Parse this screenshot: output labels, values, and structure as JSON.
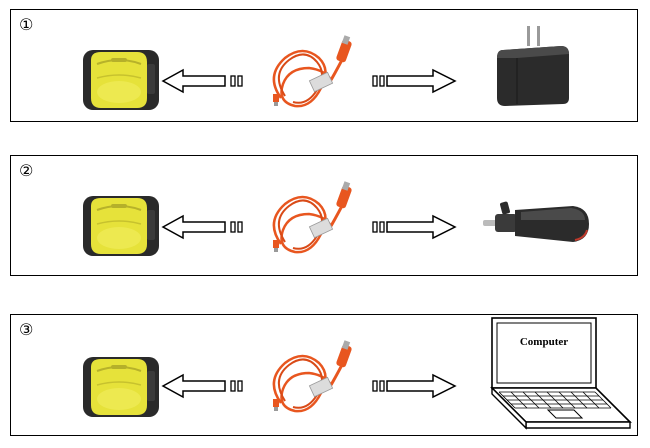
{
  "steps": [
    {
      "number": "①",
      "target": "wall-charger"
    },
    {
      "number": "②",
      "target": "car-charger"
    },
    {
      "number": "③",
      "target": "computer"
    }
  ],
  "computer_label": "Computer",
  "colors": {
    "device_yellow": "#e8e53a",
    "device_dark": "#2a2a2a",
    "cable_orange": "#e8561f",
    "charger_black": "#2b2b2b"
  },
  "icons": [
    "gps-device-icon",
    "usb-cable-icon",
    "arrow-left-icon",
    "arrow-right-icon",
    "wall-charger-icon",
    "car-charger-icon",
    "laptop-icon"
  ]
}
